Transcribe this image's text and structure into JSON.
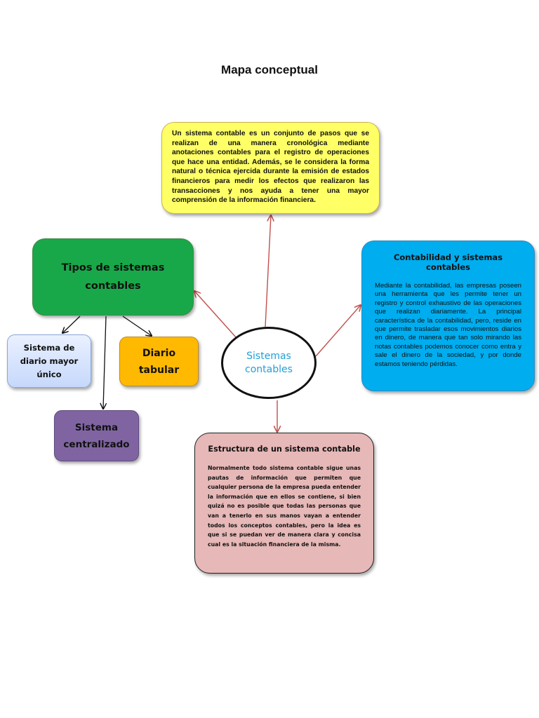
{
  "title": "Mapa conceptual",
  "central_node": {
    "label": "Sistemas contables",
    "color": "#1fa0d8"
  },
  "definition_box": {
    "text": "Un sistema contable es un conjunto de pasos que se realizan de una manera cronológica mediante anotaciones contables para el registro de operaciones que hace una entidad. Además, se le considera la forma natural o técnica ejercida durante la emisión de estados financieros para medir los efectos que realizaron las transacciones y nos ayuda a tener una mayor comprensión de la información financiera.",
    "color": "#ffff66"
  },
  "tipos_box": {
    "label": "Tipos de sistemas contables",
    "color": "#19a849"
  },
  "contabilidad_box": {
    "heading": "Contabilidad y sistemas contables",
    "text": "Mediante la contabilidad, las empresas poseen una herramienta que les permite tener un registro y control exhaustivo de las operaciones que realizan diariamente. La principal característica de la contabilidad, pero, reside en que permite trasladar esos movimientos diarios en dinero, de manera que tan solo mirando las notas contables podemos conocer como entra y sale el dinero de la sociedad, y por donde estamos teniendo pérdidas.",
    "color": "#00adef"
  },
  "tipos": [
    {
      "label": "Sistema de diario mayor único",
      "color": "#c6d8fb"
    },
    {
      "label": "Diario tabular",
      "color": "#ffb900"
    },
    {
      "label": "Sistema centralizado",
      "color": "#8064a2"
    }
  ],
  "estructura_box": {
    "heading": "Estructura de un sistema contable",
    "text": "Normalmente todo sistema contable sigue unas pautas de información que permiten que cualquier persona de la empresa pueda entender la información que en ellos se contiene, si bien quizá no es posible que todas las personas que van a tenerlo en sus manos vayan a entender todos los conceptos contables, pero la idea es que si se puedan ver de manera clara y concisa cual es la situación financiera de la misma.",
    "color": "#e6b8b7"
  },
  "connector_colors": {
    "from_center": "#c0504d",
    "from_tipos": "#111111"
  }
}
